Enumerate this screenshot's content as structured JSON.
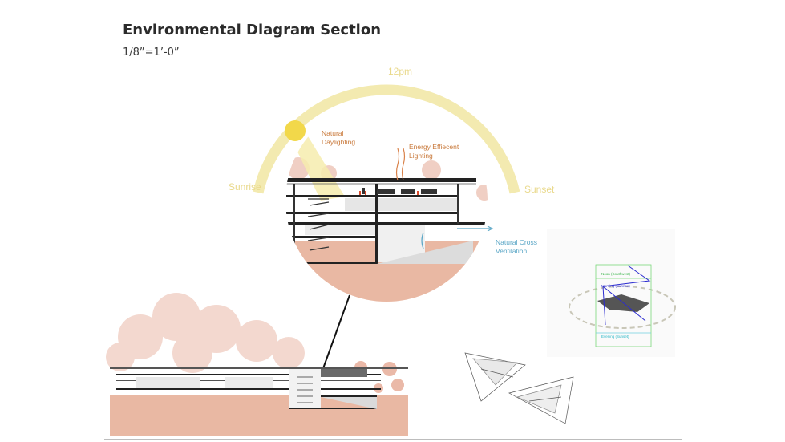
{
  "header": {
    "title": "Environmental Diagram Section",
    "scale": "1/8”=1’-0”"
  },
  "sun_path": {
    "noon_label": "12pm",
    "sunrise_label": "Sunrise",
    "sunset_label": "Sunset",
    "arc_color": "#f3eab0",
    "sun_color": "#f2d84a"
  },
  "annotations": {
    "daylighting": [
      "Natural",
      "Daylighting"
    ],
    "lighting": [
      "Energy Effiecent",
      "Lighting"
    ],
    "ventilation": [
      "Natural Cross",
      "Ventilation"
    ]
  },
  "orientation_diagram": {
    "noon": "Noon (Southwest)",
    "morning": "Morning (Sunrise)",
    "evening": "Evening (Sunset)"
  },
  "colors": {
    "ground": "#e9b8a3",
    "tree": "#f0cfc4",
    "orange_text": "#c97a3c",
    "blue_text": "#5aa6c6"
  }
}
